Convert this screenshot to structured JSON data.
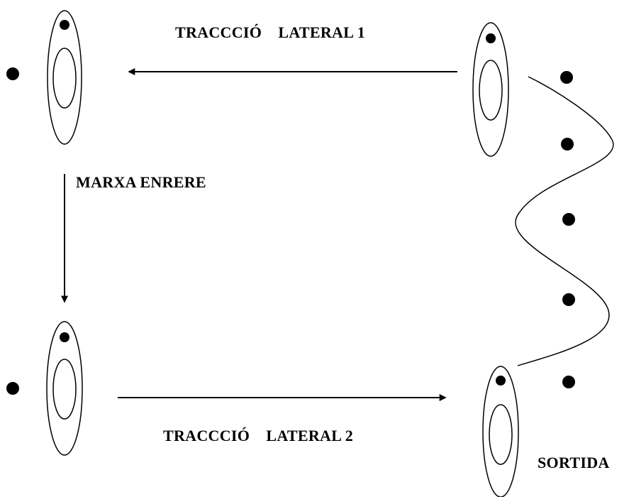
{
  "labels": {
    "lateral_1": "TRACCCIÓ    LATERAL 1",
    "marxa_enrere": "MARXA ENRERE",
    "lateral_2": "TRACCCIÓ    LATERAL 2",
    "sortida": "SORTIDA"
  },
  "colors": {
    "ink": "#000000",
    "background": "#ffffff"
  },
  "elements": {
    "players": [
      "player-top-left",
      "player-top-right",
      "player-bottom-left",
      "player-bottom-right"
    ],
    "cones_count": 5,
    "icons": [
      "dot-marker",
      "player-ellipse",
      "arrow-left",
      "arrow-down",
      "arrow-right",
      "slalom-path"
    ]
  }
}
